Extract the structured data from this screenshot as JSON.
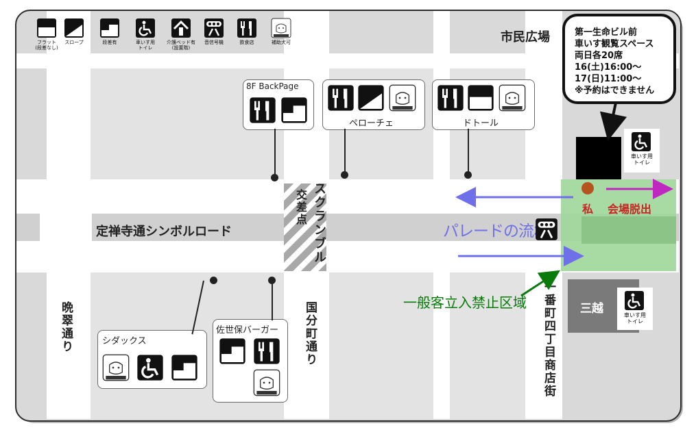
{
  "legend": [
    {
      "icon": "flat-icon",
      "label": "フラット\n(段差なし)"
    },
    {
      "icon": "slope-icon",
      "label": "スロープ"
    },
    {
      "icon": "step-icon",
      "label": "段差有"
    },
    {
      "icon": "wheelchair-icon",
      "label": "車いす用\nトイレ"
    },
    {
      "icon": "care-bed-icon",
      "label": "介護ベッド有\n(設置階)"
    },
    {
      "icon": "signal-icon",
      "label": "音信号機"
    },
    {
      "icon": "restaurant-icon",
      "label": "飲食店"
    },
    {
      "icon": "service-dog-icon",
      "label": "補助犬可"
    }
  ],
  "streets": {
    "main_road": "定禅寺通シンボルロード",
    "scramble": "スクランブル",
    "crossing": "交差点",
    "left_street": "晩翠通り",
    "middle_street": "国分町通り",
    "right_street": "一番町四丁目商店街",
    "plaza": "市民広場"
  },
  "shops": {
    "backpage": "8F BackPage",
    "perroche": "ペローチェ",
    "doutor": "ドトール",
    "sidax": "シダックス",
    "sasebo": "佐世保バーガー",
    "mitsukoshi": "三越"
  },
  "callout": {
    "lines": [
      "第一生命ビル前",
      "車いす観覧スペース",
      "両日各20席",
      "16(土)16:00～",
      "17(日)11:00～",
      "※予約はできません"
    ]
  },
  "toilet_label": "車いす用\nトイレ",
  "me_label": "私",
  "exit_label": "会場脱出",
  "parade_label": "パレードの流れ",
  "restricted_label": "一般客立入禁止区域",
  "dog_text": {
    "top": "Welcome!",
    "bottom": "ほじょ犬"
  },
  "colors": {
    "parade_arrow": "#6f6fe8",
    "exit_arrow": "#c026c0",
    "restricted": "#0a7a0a",
    "zone": "#9fd69a",
    "me_dot": "#b5551d",
    "me_text": "#cc2222"
  }
}
